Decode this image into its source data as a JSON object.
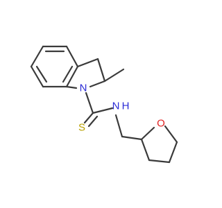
{
  "molecule": {
    "colors": {
      "bond": "#3a3a3a",
      "nitrogen": "#2b2bd6",
      "sulfur": "#b8a000",
      "oxygen": "#e02020",
      "background": "#ffffff"
    },
    "labels": {
      "n_ring": "N",
      "s_thione": "S",
      "n_amide": "N",
      "h_amide": "H",
      "o_ring": "O"
    }
  }
}
